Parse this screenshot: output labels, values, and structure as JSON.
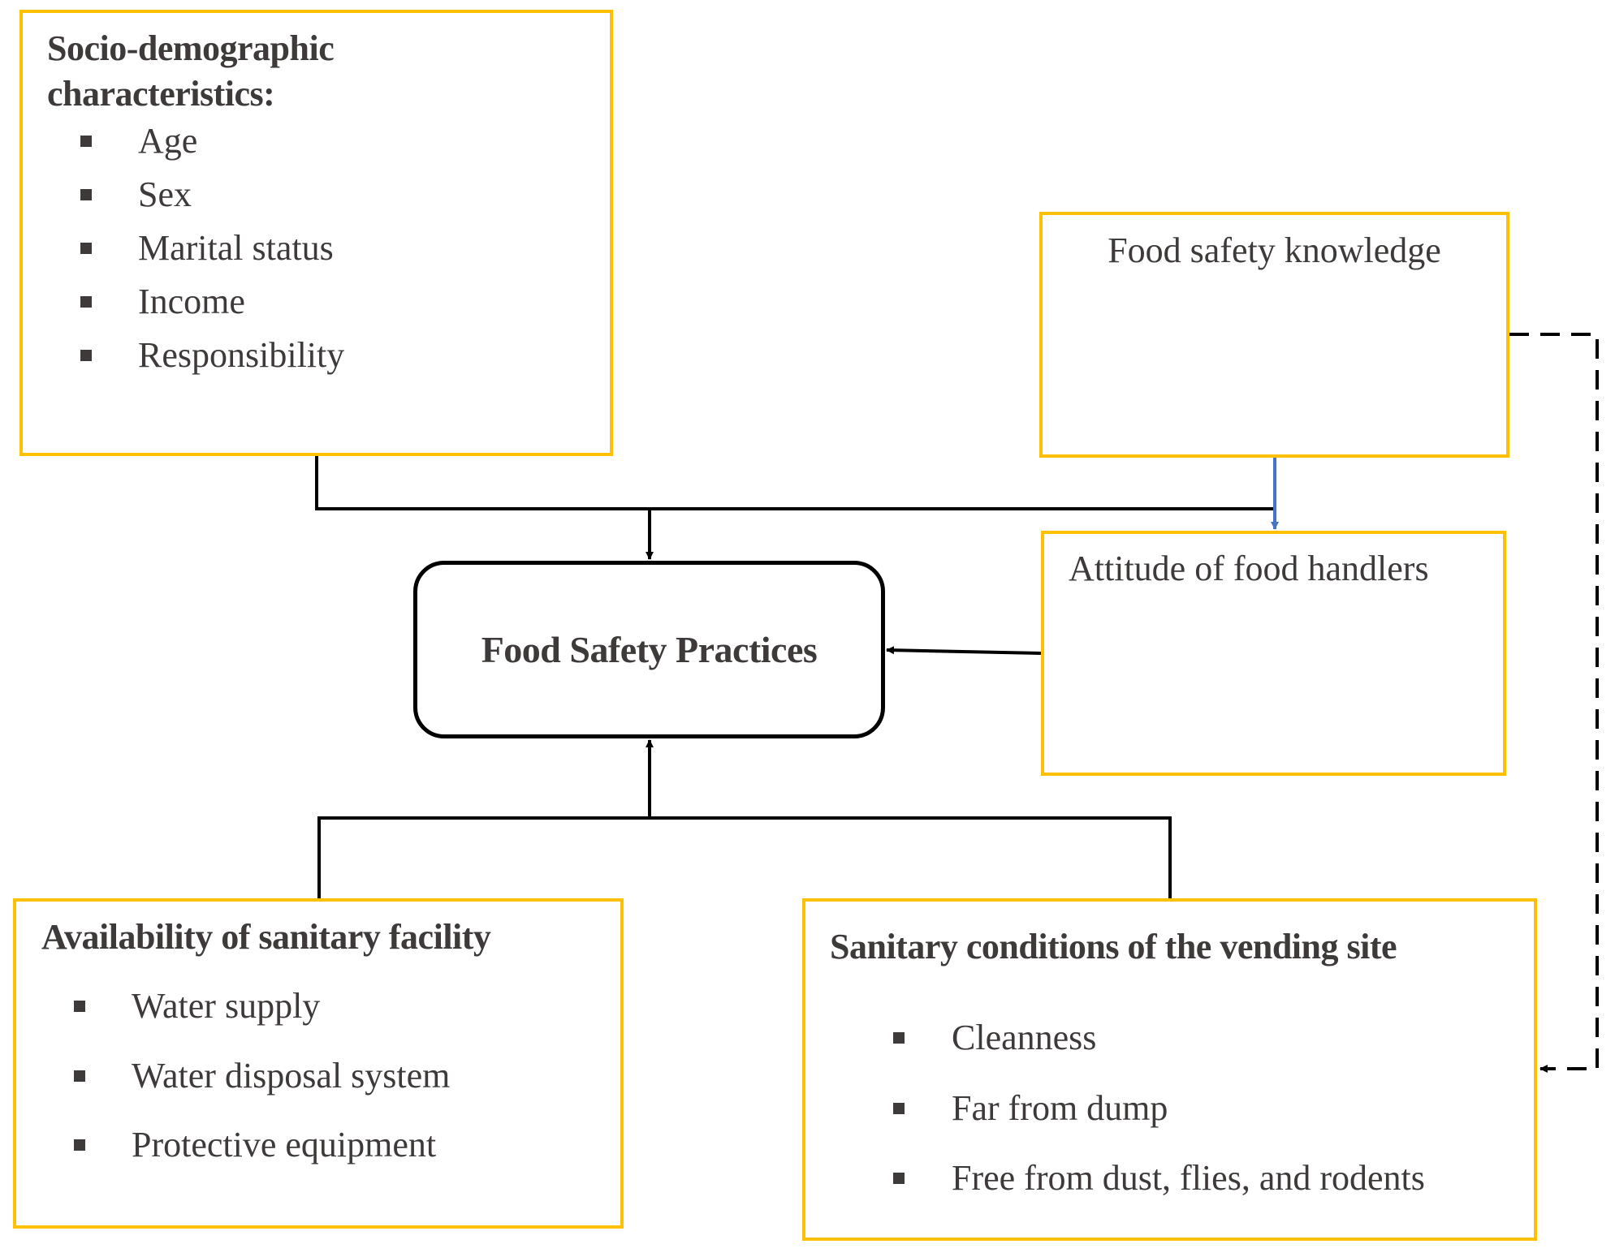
{
  "diagram": {
    "central": {
      "label": "Food Safety Practices"
    },
    "socio_demographic": {
      "title_line1": "Socio-demographic",
      "title_line2": "characteristics:",
      "items": [
        "Age",
        "Sex",
        "Marital status",
        "Income",
        "Responsibility"
      ]
    },
    "knowledge": {
      "label": "Food safety knowledge"
    },
    "attitude": {
      "label": "Attitude of food handlers"
    },
    "sanitary_facility": {
      "title": "Availability of sanitary facility",
      "items": [
        "Water supply",
        "Water disposal system",
        "Protective equipment"
      ]
    },
    "vending_site": {
      "title": "Sanitary conditions of the vending site",
      "items": [
        "Cleanness",
        "Far from dump",
        "Free from dust, flies, and rodents"
      ]
    },
    "connections": [
      {
        "from": "Socio-demographic characteristics",
        "to": "Food Safety Practices",
        "style": "solid"
      },
      {
        "from": "Food safety knowledge",
        "to": "Attitude of food handlers",
        "style": "solid",
        "color": "#4472c4"
      },
      {
        "from": "Food safety knowledge",
        "to": "Food Safety Practices",
        "style": "solid"
      },
      {
        "from": "Attitude of food handlers",
        "to": "Food Safety Practices",
        "style": "solid"
      },
      {
        "from": "Availability of sanitary facility",
        "to": "Food Safety Practices",
        "style": "solid"
      },
      {
        "from": "Sanitary conditions of the vending site",
        "to": "Food Safety Practices",
        "style": "solid"
      },
      {
        "from": "Food safety knowledge",
        "to": "Sanitary conditions of the vending site",
        "style": "dashed"
      }
    ],
    "colors": {
      "box_border": "#fdc003",
      "text": "#3e3a39",
      "blue_arrow": "#4472c4",
      "line": "#000000"
    }
  }
}
